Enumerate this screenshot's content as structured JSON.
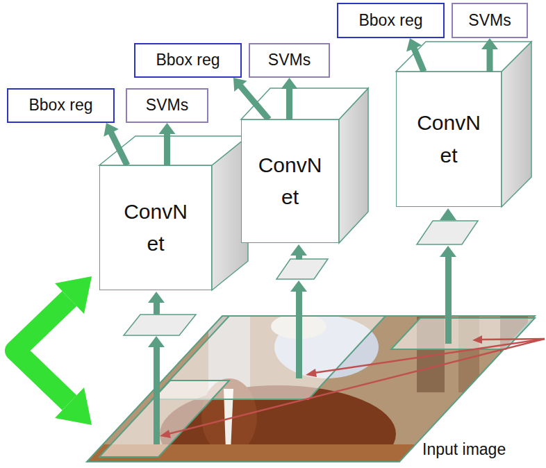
{
  "diagram": {
    "nodes": [
      {
        "text": [
          "Bbox reg"
        ]
      },
      {
        "text": [
          "SVMs"
        ]
      },
      {
        "text": [
          "ConvN et"
        ]
      },
      {
        "text": [
          "Bbox reg"
        ]
      },
      {
        "text": [
          "SVMs"
        ]
      },
      {
        "text": [
          "ConvN et"
        ]
      },
      {
        "text": [
          "Bbox reg"
        ]
      },
      {
        "text": [
          "SVMs"
        ]
      },
      {
        "text": [
          "ConvN et"
        ]
      }
    ],
    "edges": [
      {
        "from": 2,
        "to": 0,
        "arrow": "to"
      },
      {
        "from": 2,
        "to": 1,
        "arrow": "to"
      },
      {
        "from": 5,
        "to": 3,
        "arrow": "to"
      },
      {
        "from": 5,
        "to": 4,
        "arrow": "to"
      },
      {
        "from": 8,
        "to": 6,
        "arrow": "to"
      },
      {
        "from": 8,
        "to": 7,
        "arrow": "to"
      }
    ],
    "labels": [
      "Input image"
    ]
  }
}
